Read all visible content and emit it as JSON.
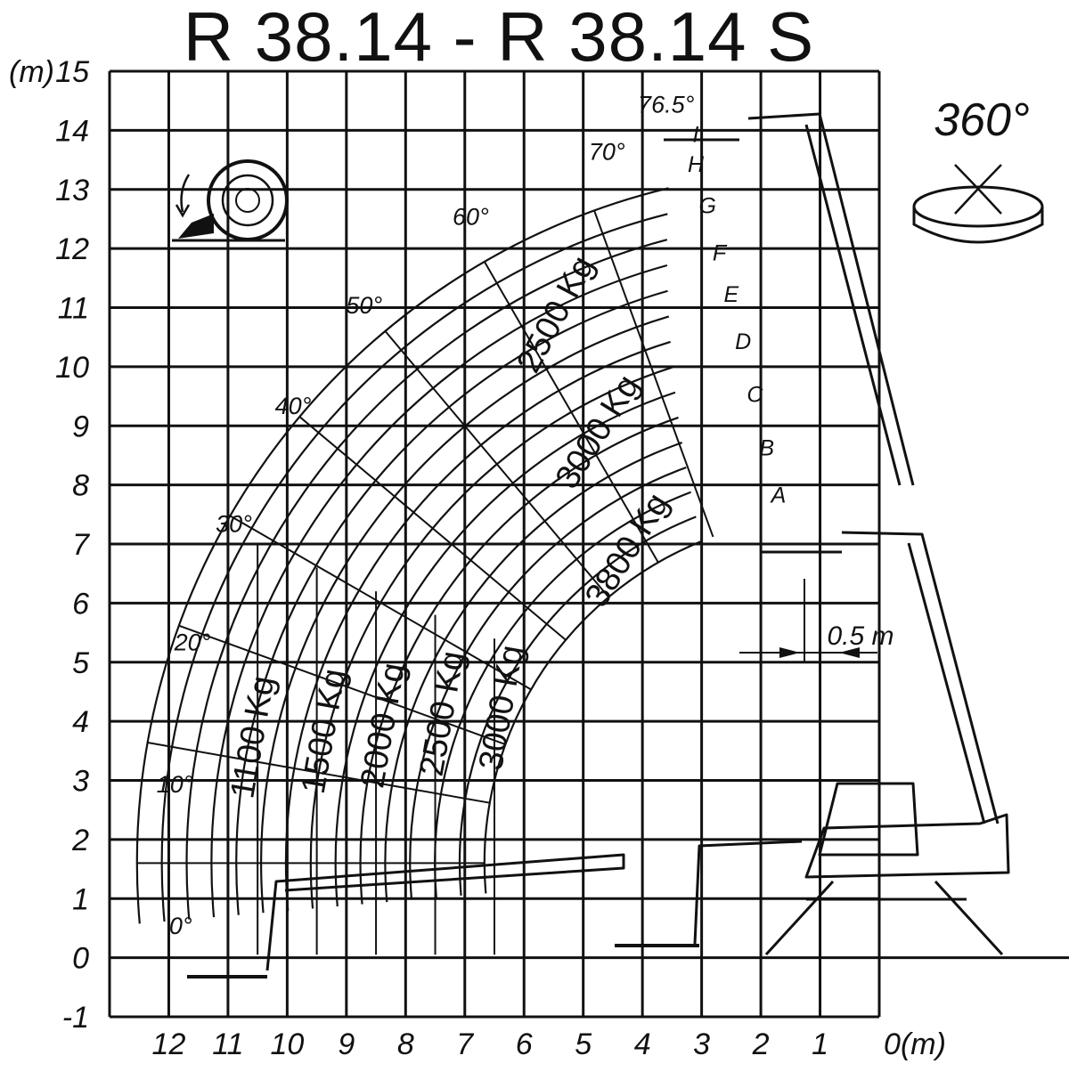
{
  "chart_data": {
    "type": "load-chart",
    "title": "R 38.14 - R 38.14 S",
    "y_unit_label": "(m)",
    "x_unit_label": "0(m)",
    "xlim": [
      13,
      0
    ],
    "ylim": [
      -1,
      15
    ],
    "x_ticks": [
      "12",
      "11",
      "10",
      "9",
      "8",
      "7",
      "6",
      "5",
      "4",
      "3",
      "2",
      "1"
    ],
    "y_ticks": [
      "15",
      "14",
      "13",
      "12",
      "11",
      "10",
      "9",
      "8",
      "7",
      "6",
      "5",
      "4",
      "3",
      "2",
      "1",
      "0",
      "-1"
    ],
    "angles": [
      {
        "label": "0°",
        "x": 11.8,
        "y": 0.4
      },
      {
        "label": "10°",
        "x": 11.9,
        "y": 2.8
      },
      {
        "label": "20°",
        "x": 11.6,
        "y": 5.2
      },
      {
        "label": "30°",
        "x": 10.9,
        "y": 7.2
      },
      {
        "label": "40°",
        "x": 9.9,
        "y": 9.2
      },
      {
        "label": "50°",
        "x": 8.7,
        "y": 10.9
      },
      {
        "label": "60°",
        "x": 6.9,
        "y": 12.4
      },
      {
        "label": "70°",
        "x": 4.6,
        "y": 13.5
      },
      {
        "label": "76.5°",
        "x": 3.6,
        "y": 14.3
      }
    ],
    "zones": [
      {
        "label": "A",
        "x": 1.7,
        "y": 7.7
      },
      {
        "label": "B",
        "x": 1.9,
        "y": 8.5
      },
      {
        "label": "C",
        "x": 2.1,
        "y": 9.4
      },
      {
        "label": "D",
        "x": 2.3,
        "y": 10.3
      },
      {
        "label": "E",
        "x": 2.5,
        "y": 11.1
      },
      {
        "label": "F",
        "x": 2.7,
        "y": 11.8
      },
      {
        "label": "G",
        "x": 2.9,
        "y": 12.6
      },
      {
        "label": "H",
        "x": 3.1,
        "y": 13.3
      },
      {
        "label": "I",
        "x": 3.1,
        "y": 13.8
      }
    ],
    "load_labels": [
      {
        "label": "1100 Kg",
        "x": 10.4,
        "y": 3.7,
        "rotation": -80
      },
      {
        "label": "1500 Kg",
        "x": 9.2,
        "y": 3.8,
        "rotation": -80
      },
      {
        "label": "2000 Kg",
        "x": 8.2,
        "y": 3.9,
        "rotation": -80
      },
      {
        "label": "2500 Kg",
        "x": 7.2,
        "y": 4.1,
        "rotation": -80
      },
      {
        "label": "3000 Kg",
        "x": 6.2,
        "y": 4.2,
        "rotation": -80
      },
      {
        "label": "2500 Kg",
        "x": 5.3,
        "y": 10.8,
        "rotation": -62
      },
      {
        "label": "3000 Kg",
        "x": 4.6,
        "y": 8.8,
        "rotation": -58
      },
      {
        "label": "3800 Kg",
        "x": 4.1,
        "y": 6.8,
        "rotation": -58
      }
    ],
    "rotation_label": "360°",
    "offset_label": "0.5 m"
  }
}
